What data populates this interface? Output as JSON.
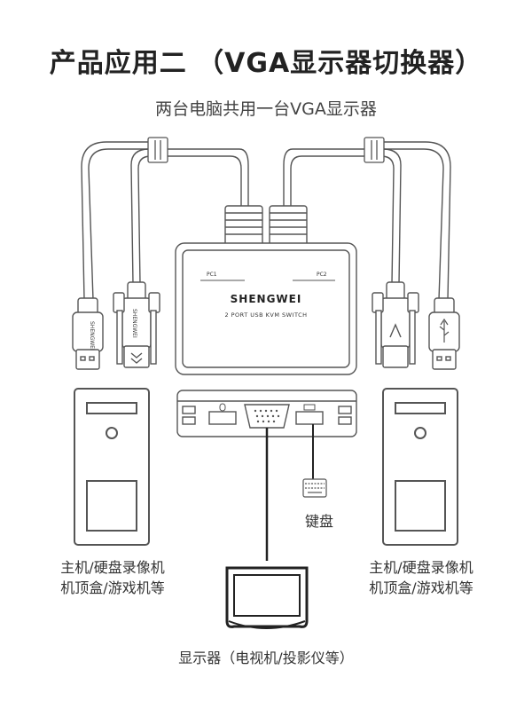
{
  "title": "产品应用二 （VGA显示器切换器）",
  "subtitle": "两台电脑共用一台VGA显示器",
  "switch": {
    "brand": "SHENGWEI",
    "model": "2 PORT USB KVM SWITCH",
    "port1": "PC1",
    "port2": "PC2"
  },
  "cable_brand": "SHENGWEI",
  "labels": {
    "left_device_line1": "主机/硬盘录像机",
    "left_device_line2": "机顶盒/游戏机等",
    "right_device_line1": "主机/硬盘录像机",
    "right_device_line2": "机顶盒/游戏机等",
    "keyboard": "键盘",
    "monitor": "显示器（电视机/投影仪等）"
  }
}
